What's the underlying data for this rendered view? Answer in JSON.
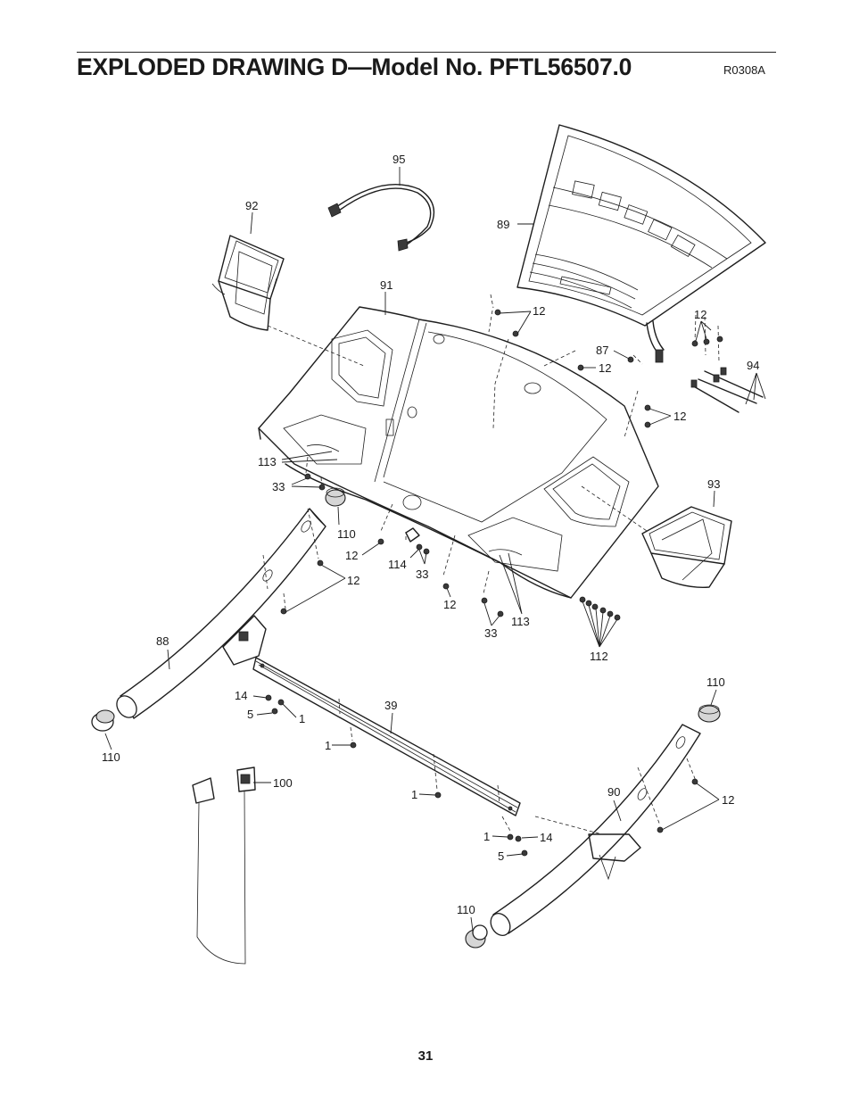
{
  "header": {
    "title": "EXPLODED DRAWING D—Model No. PFTL56507.0",
    "drawing_code": "R0308A"
  },
  "footer": {
    "page_number": "31"
  },
  "callouts": [
    {
      "id": "c95",
      "text": "95"
    },
    {
      "id": "c92",
      "text": "92"
    },
    {
      "id": "c89",
      "text": "89"
    },
    {
      "id": "c91",
      "text": "91"
    },
    {
      "id": "c12a",
      "text": "12"
    },
    {
      "id": "c12b",
      "text": "12"
    },
    {
      "id": "c87",
      "text": "87"
    },
    {
      "id": "c12c",
      "text": "12"
    },
    {
      "id": "c94",
      "text": "94"
    },
    {
      "id": "c12d",
      "text": "12"
    },
    {
      "id": "c93",
      "text": "93"
    },
    {
      "id": "c113a",
      "text": "113"
    },
    {
      "id": "c33a",
      "text": "33"
    },
    {
      "id": "c110a",
      "text": "110"
    },
    {
      "id": "c12e",
      "text": "12"
    },
    {
      "id": "c114",
      "text": "114"
    },
    {
      "id": "c33b",
      "text": "33"
    },
    {
      "id": "c12f",
      "text": "12"
    },
    {
      "id": "c12g",
      "text": "12"
    },
    {
      "id": "c33c",
      "text": "33"
    },
    {
      "id": "c113b",
      "text": "113"
    },
    {
      "id": "c112",
      "text": "112"
    },
    {
      "id": "c88",
      "text": "88"
    },
    {
      "id": "c14a",
      "text": "14"
    },
    {
      "id": "c5a",
      "text": "5"
    },
    {
      "id": "c1a",
      "text": "1"
    },
    {
      "id": "c39",
      "text": "39"
    },
    {
      "id": "c1b",
      "text": "1"
    },
    {
      "id": "c110b",
      "text": "110"
    },
    {
      "id": "c110c",
      "text": "110"
    },
    {
      "id": "c100",
      "text": "100"
    },
    {
      "id": "c1c",
      "text": "1"
    },
    {
      "id": "c90",
      "text": "90"
    },
    {
      "id": "c12h",
      "text": "12"
    },
    {
      "id": "c1d",
      "text": "1"
    },
    {
      "id": "c14b",
      "text": "14"
    },
    {
      "id": "c5b",
      "text": "5"
    },
    {
      "id": "c110d",
      "text": "110"
    }
  ]
}
